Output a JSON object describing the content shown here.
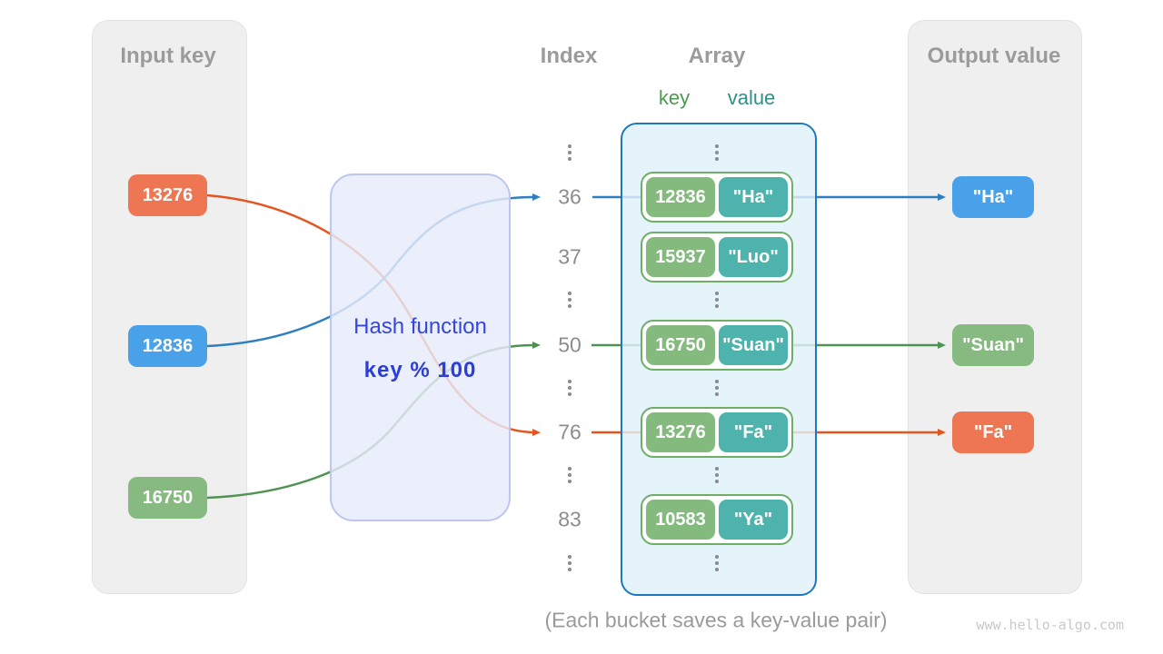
{
  "diagram": {
    "caption": "(Each bucket saves a key-value pair)",
    "watermark": "www.hello-algo.com"
  },
  "input_panel": {
    "title": "Input key",
    "keys": [
      {
        "label": "13276"
      },
      {
        "label": "12836"
      },
      {
        "label": "16750"
      }
    ]
  },
  "hash_box": {
    "title": "Hash function",
    "formula": "key % 100"
  },
  "index_column": {
    "title": "Index",
    "rows": [
      "36",
      "37",
      "50",
      "76",
      "83"
    ]
  },
  "array_panel": {
    "title": "Array",
    "key_header": "key",
    "value_header": "value",
    "buckets": [
      {
        "key": "12836",
        "value": "\"Ha\""
      },
      {
        "key": "15937",
        "value": "\"Luo\""
      },
      {
        "key": "16750",
        "value": "\"Suan\""
      },
      {
        "key": "13276",
        "value": "\"Fa\""
      },
      {
        "key": "10583",
        "value": "\"Ya\""
      }
    ]
  },
  "output_panel": {
    "title": "Output value",
    "values": [
      {
        "label": "\"Ha\""
      },
      {
        "label": "\"Suan\""
      },
      {
        "label": "\"Fa\""
      }
    ]
  },
  "colors": {
    "coral_box": "#ee7652",
    "blue_box": "#49a1e9",
    "green_box": "#86ba80",
    "teal_pill": "#4db3ac",
    "bucket_border": "#6fae66",
    "array_border": "#1e78c0",
    "line_orange": "#e4551f",
    "line_blue": "#2e7fc2",
    "line_green": "#4f9351",
    "hash_text": "#3347e0",
    "muted_text": "#9b9b9b"
  }
}
